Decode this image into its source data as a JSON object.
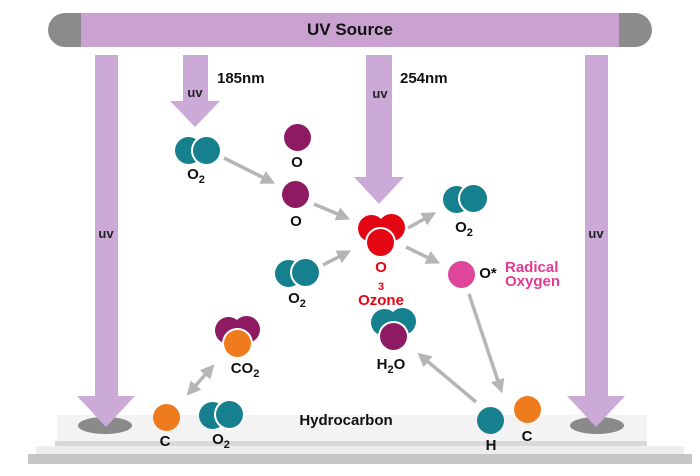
{
  "lamp": {
    "title": "UV Source"
  },
  "beams": {
    "left": {
      "label": "uv"
    },
    "right": {
      "label": "uv"
    },
    "b185": {
      "label": "uv",
      "wavelength": "185nm"
    },
    "b254": {
      "label": "uv",
      "wavelength": "254nm"
    }
  },
  "molecules": {
    "o2_top": {
      "base": "O",
      "sub": "2"
    },
    "o_upper": {
      "label": "O"
    },
    "o_lower": {
      "label": "O"
    },
    "ozone": {
      "base": "O",
      "sub": "3",
      "name": "Ozone"
    },
    "o2_right": {
      "base": "O",
      "sub": "2"
    },
    "radical": {
      "label": "O*",
      "caption1": "Radical",
      "caption2": "Oxygen"
    },
    "o2_mid": {
      "base": "O",
      "sub": "2"
    },
    "h2o": {
      "base": "H",
      "sub": "2",
      "tail": "O"
    },
    "co2": {
      "base": "CO",
      "sub": "2"
    },
    "c_left": {
      "label": "C"
    },
    "o2_bottom": {
      "base": "O",
      "sub": "2"
    },
    "h": {
      "label": "H"
    },
    "c_right": {
      "label": "C"
    }
  },
  "surface": {
    "label": "Hydrocarbon"
  },
  "colors": {
    "lamp_glass": "#c9a2d2",
    "lamp_cap": "#8b8b8b",
    "beam": "#cbaad7",
    "teal": "#17808e",
    "maroon": "#8e1a63",
    "red": "#e30613",
    "pink_atom": "#e0459c",
    "pink_text": "#e43a96",
    "orange": "#ee7c1e",
    "connector_gray": "#b5b5b5",
    "platform_top": "#f3f3f4",
    "platform_edge": "#c6c6c8",
    "pad_gray": "#8a8a8a"
  }
}
